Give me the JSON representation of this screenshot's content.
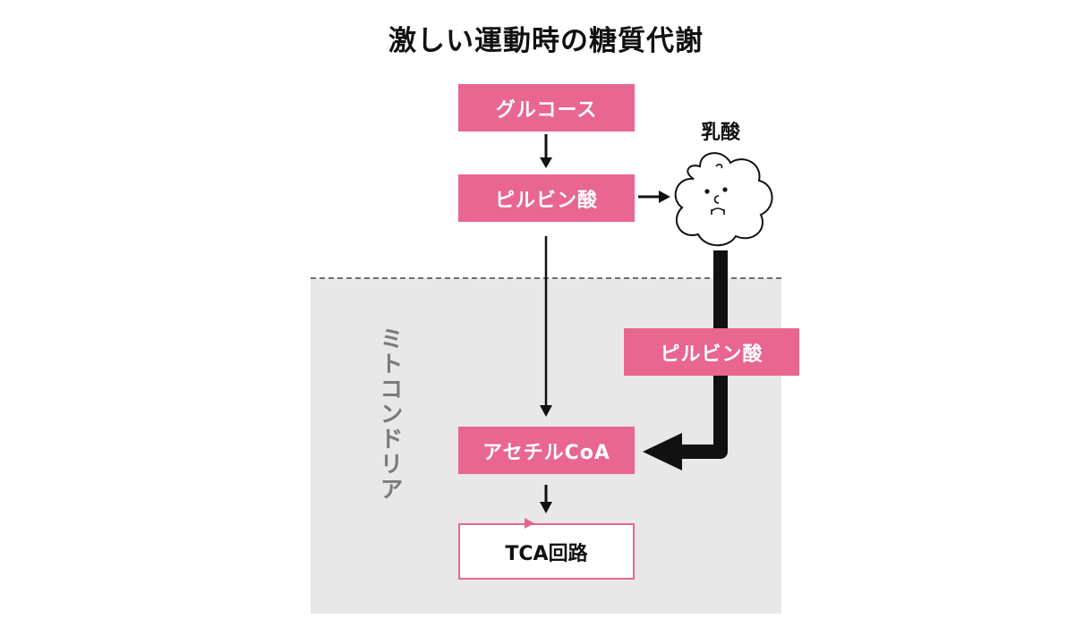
{
  "title": "激しい運動時の糖質代謝",
  "region": {
    "label": "ミトコンドリア"
  },
  "nodes": {
    "glucose": "グルコース",
    "pyruvate": "ピルビン酸",
    "lactate": "乳酸",
    "pyruvate_mito": "ピルビン酸",
    "acetyl_coa": "アセチルCoA",
    "tca": "TCA回路"
  },
  "colors": {
    "accent": "#e8668f",
    "region_bg": "#e8e8e8",
    "region_label": "#7a7a7a"
  }
}
